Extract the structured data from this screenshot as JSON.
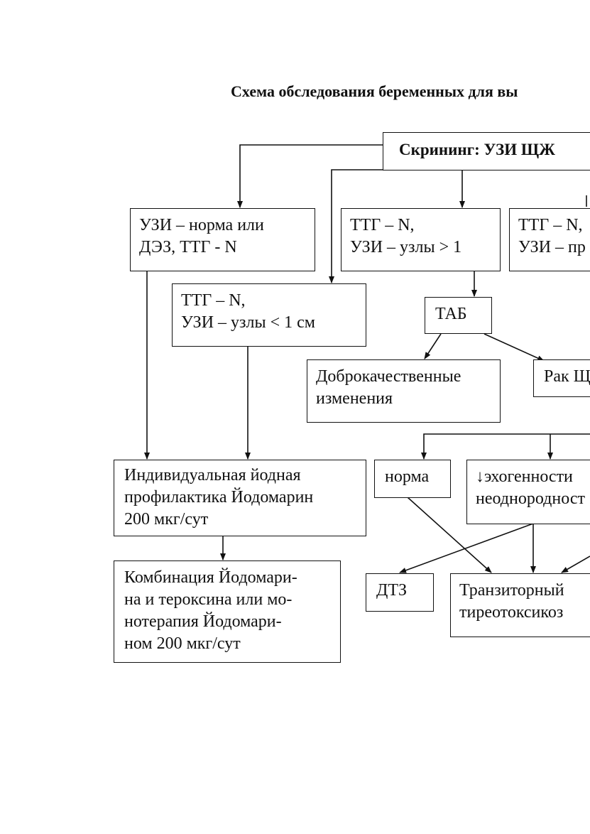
{
  "title": "Схема обследования беременных для вы",
  "nodes": {
    "screening": {
      "lines": [
        "Скрининг: УЗИ ЩЖ"
      ]
    },
    "uzi_norm": {
      "lines": [
        "УЗИ – норма или",
        "ДЭЗ, ТТГ - N"
      ]
    },
    "ttg_nodes_gt": {
      "lines": [
        "ТТГ – N,",
        "УЗИ – узлы > 1"
      ]
    },
    "ttg_partial": {
      "lines": [
        "ТТГ – N,",
        "УЗИ – пр"
      ]
    },
    "ttg_nodes_lt": {
      "lines": [
        "ТТГ – N,",
        "УЗИ – узлы < 1 см"
      ]
    },
    "tab": {
      "lines": [
        "ТАБ"
      ]
    },
    "benign": {
      "lines": [
        "Доброкачественные",
        "изменения"
      ]
    },
    "cancer": {
      "lines": [
        "Рак Щ"
      ]
    },
    "iodine_prophylaxis": {
      "lines": [
        "Индивидуальная йодная",
        "профилактика Йодомарин",
        "200 мкг/сут"
      ]
    },
    "norma": {
      "lines": [
        "норма"
      ]
    },
    "echogenicity": {
      "lines": [
        "↓эхогенности",
        "неоднородност"
      ]
    },
    "combination": {
      "lines": [
        "Комбинация Йодомари-",
        "на и тероксина или мо-",
        "нотерапия Йодомари-",
        "ном 200 мкг/сут"
      ]
    },
    "dtz": {
      "lines": [
        "ДТЗ"
      ]
    },
    "transient": {
      "lines": [
        "Транзиторный",
        "тиреотоксикоз"
      ]
    }
  }
}
